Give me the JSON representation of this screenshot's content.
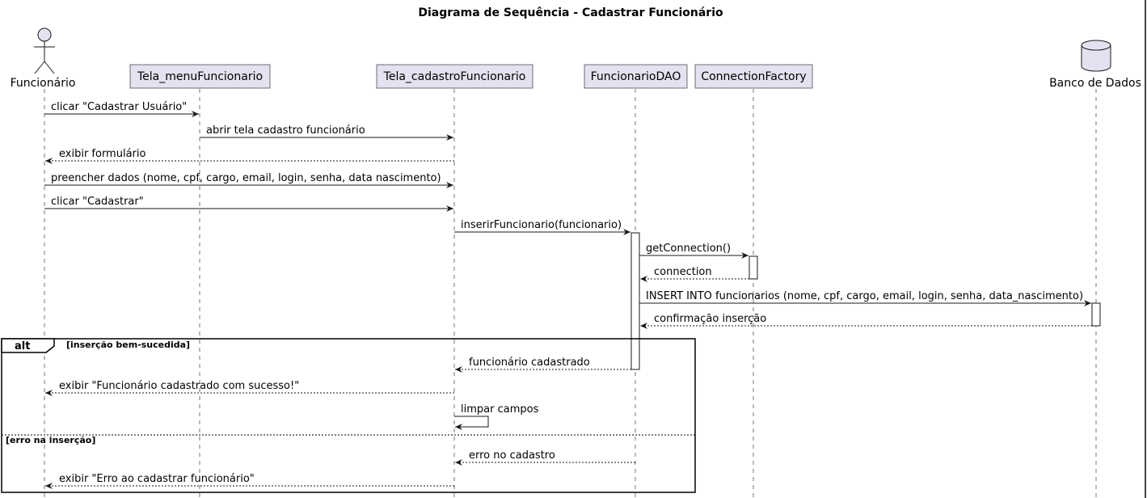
{
  "title": "Diagrama de Sequência - Cadastrar Funcionário",
  "participants": {
    "funcionario": "Funcionário",
    "menu": "Tela_menuFuncionario",
    "cadastro": "Tela_cadastroFuncionario",
    "dao": "FuncionarioDAO",
    "factory": "ConnectionFactory",
    "banco": "Banco de Dados"
  },
  "messages": [
    "clicar \"Cadastrar Usuário\"",
    "abrir tela cadastro funcionário",
    "exibir formulário",
    "preencher dados (nome, cpf, cargo, email, login, senha, data nascimento)",
    "clicar \"Cadastrar\"",
    "inserirFuncionario(funcionario)",
    "getConnection()",
    "connection",
    "INSERT INTO funcionarios (nome, cpf, cargo, email, login, senha, data_nascimento)",
    "confirmação inserção",
    "funcionário cadastrado",
    "exibir \"Funcionário cadastrado com sucesso!\"",
    "limpar campos",
    "erro no cadastro",
    "exibir \"Erro ao cadastrar funcionário\""
  ],
  "alt": {
    "keyword": "alt",
    "guard1": "[inserção bem-sucedida]",
    "guard2": "[erro na inserção]"
  }
}
